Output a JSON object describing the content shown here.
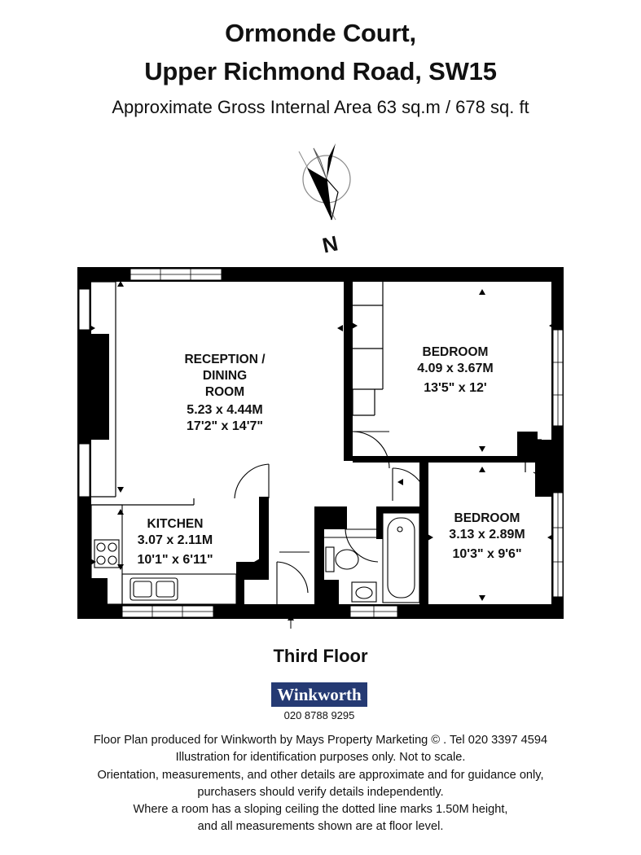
{
  "header": {
    "title_line1": "Ormonde Court,",
    "title_line2": "Upper Richmond Road, SW15",
    "area": "Approximate Gross Internal Area 63 sq.m  /  678 sq. ft"
  },
  "compass": {
    "label": "N"
  },
  "rooms": {
    "reception": {
      "line1": "RECEPTION /",
      "line2": "DINING",
      "line3": "ROOM",
      "metric": "5.23 x 4.44M",
      "imperial": "17'2\" x 14'7\""
    },
    "bedroom1": {
      "name": "BEDROOM",
      "metric": "4.09 x 3.67M",
      "imperial": "13'5\" x 12'"
    },
    "kitchen": {
      "name": "KITCHEN",
      "metric": "3.07 x 2.11M",
      "imperial": "10'1\" x 6'11\""
    },
    "bedroom2": {
      "name": "BEDROOM",
      "metric": "3.13 x 2.89M",
      "imperial": "10'3\" x 9'6\""
    }
  },
  "floor": {
    "name": "Third Floor"
  },
  "agent": {
    "name": "Winkworth",
    "phone": "020 8788 9295"
  },
  "disclaimer": {
    "line1": "Floor Plan produced for Winkworth by Mays Property Marketing  © . Tel 020 3397 4594",
    "line2": "Illustration for identification purposes only. Not to scale.",
    "line3": "Orientation, measurements, and other details are approximate and for guidance only,",
    "line4": "purchasers should verify details independently.",
    "line5": "Where a room has a sloping ceiling the dotted line marks 1.50M height,",
    "line6": "and all measurements shown are at floor level."
  },
  "colors": {
    "wall": "#000000",
    "logo_bg": "#253a73"
  }
}
